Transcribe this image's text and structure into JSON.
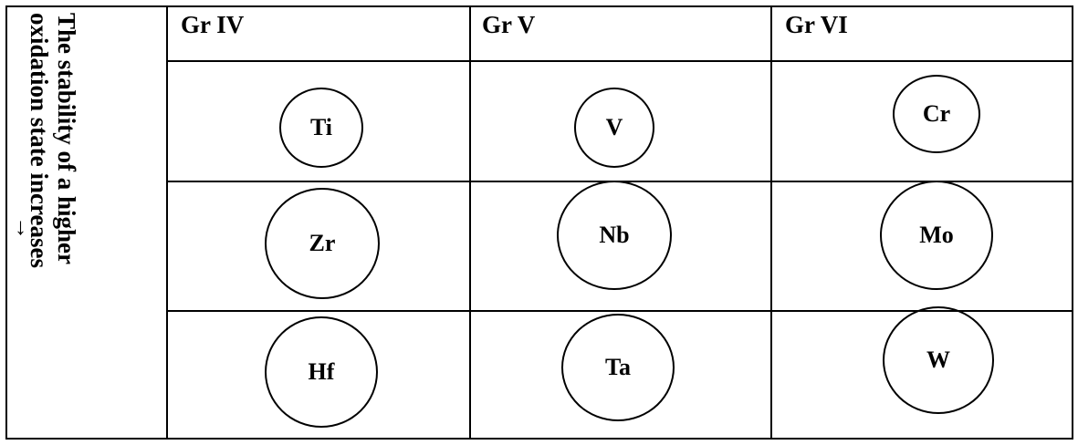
{
  "side_label": "The stability of a higher\noxidation state increases",
  "arrow": "↓",
  "headers": [
    "Gr IV",
    "Gr V",
    "Gr VI"
  ],
  "elements": [
    [
      "Ti",
      "V",
      "Cr"
    ],
    [
      "Zr",
      "Nb",
      "Mo"
    ],
    [
      "Hf",
      "Ta",
      "W"
    ]
  ]
}
